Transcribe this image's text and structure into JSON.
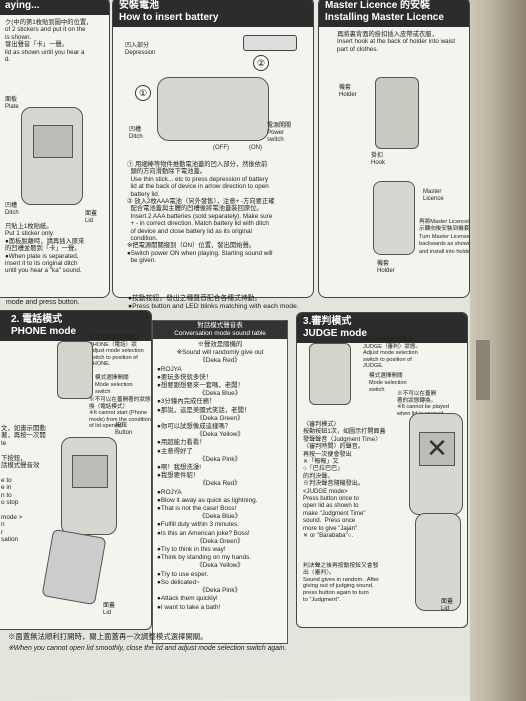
{
  "top_left": {
    "header": "aying...",
    "text": "ク(中的第1枚貼到圖中的位置，\nof 2 stickers and put it on the\nis shown.\n發出聲音「卡」一聲。\nlid as shown until you hear a\nd.",
    "plate_label": "面板\nPlate",
    "ditch_label": "凹槽\nDitch",
    "lid_label": "面蓋\nLid",
    "sticker_text": "只貼上1枚貼紙。\nPut 1 sticker only.\n●面板脫離時，請再插入原來\n的凹槽並聽到「卡」一聲。\n●When plate is separated,\ninsert it to its original ditch\nuntil you hear a \"ka\" sound."
  },
  "insert_battery": {
    "title_cn": "安裝電池",
    "title_en": "How to insert battery",
    "depression_label": "凹入部分\nDepression",
    "ditch_label": "凹槽\nDitch",
    "power_label": "電源開關\nPower\nswitch",
    "off_label": "(OFF)",
    "on_label": "(ON)",
    "step1": "①",
    "step2": "②",
    "text": "① 用細棒等物件推動電池蓋的凹入部分，然後依前\n  頭的方向滑動除下電池蓋。\n  Use thin stick... etc to press depression of battery\n  lid at the back of device in arrow direction to open\n  battery lid.\n② 放入2枚AAA電池（另外發售），注意+ -方向要正確\n  配合電池蓋與主體的凹槽後將電池蓋裝回原位。\n  Insert 2 AAA batteries (sold separately). Make sure\n  + - in correct direction. Match battery lid with ditch\n  of device and close battery lid as its original\n  condition.\n※把電源開關撥到（ON）位置，發出開始聲。\n●Switch power ON when playing. Starting sound will\n  be given."
  },
  "master_licence": {
    "title_cn": "Master Licence 的安裝",
    "title_en": "Installing Master Licence",
    "text": "再將裏背面的掛扣插入皮帶或衣服，\nInsert hook at the back of holder into waist\npart of clothes.",
    "holder_label": "機套\nHolder",
    "hook_label": "掛扣\nHook",
    "licence_label": "Master\nLicence",
    "holder2_label": "機套\nHolder",
    "turn_text": "再將Master Licence向圖\n示轉向後安裝到機套。\nTurn Master License\nbackwards as shown\nand install into holder."
  },
  "mid_strip": {
    "left_text": "mode and press button.",
    "center_cn": "●按動按鈕，發出之種聲音配合各種式待動。",
    "center_en": "●Press button and LED blinks matching with each mode."
  },
  "phone_mode": {
    "title_cn": "2. 電話模式",
    "title_en": "PHONE mode",
    "select_text": "模式選擇開關撥動到\nPHONE（電話）狀\nAdjust mode selection\nswitch to position of\nPHONE.",
    "mode_switch": "模式選擇開關\nMode selection\nswitch",
    "note": "※不可以在蓋開著的狀態轉\n換（電話模式）\n※It cannot start (Phone\nmode) from the condition\nof lid opened.",
    "button_label": "按鈕\nButton",
    "lid_label": "面蓋\nLid",
    "left_cut": "文，如畫示開動\n著，再按一次開\nte\n\n下按鈕，\n話模式聲音效\n\ne to\ne in\nn to\no stop\n\nmode >\nn\nr\nsation"
  },
  "conversation_table": {
    "title_cn": "對話模式聲音表",
    "title_en": "Conversation mode sound table",
    "rows": [
      {
        "t": "※聲效是隨機的",
        "sub": true
      },
      {
        "t": "※Sound will randomly give out",
        "sub": true
      },
      {
        "t": "《Deka Red》",
        "sub": true
      },
      {
        "t": "●ROJYA"
      },
      {
        "t": "●要玩多快就多快！"
      },
      {
        "t": "●想要跟想要來一套嗎，老闆！"
      },
      {
        "t": "《Deka Blue》",
        "sub": true
      },
      {
        "t": "●3分鐘內完成任務！"
      },
      {
        "t": "●那說，這是美國式笑話，老闆！"
      },
      {
        "t": "《Deka Green》",
        "sub": true
      },
      {
        "t": "●你可以試想像成這樣嗎？"
      },
      {
        "t": "《Deka Yellow》",
        "sub": true
      },
      {
        "t": "●用超能力看看！"
      },
      {
        "t": "●主意得好了"
      },
      {
        "t": "《Deka Pink》",
        "sub": true
      },
      {
        "t": "●啊！我想洗澡!"
      },
      {
        "t": "●我想要件貂！"
      },
      {
        "t": "《Deka Red》",
        "sub": true
      },
      {
        "t": "●ROJYA"
      },
      {
        "t": "●Blow it away as quick as lightning."
      },
      {
        "t": "●That is not the case!  Boss!"
      },
      {
        "t": "《Deka Blue》",
        "sub": true
      },
      {
        "t": "●Fulfill duty within 3 minutes."
      },
      {
        "t": "●Is this an American joke? Boss!"
      },
      {
        "t": "《Deka Green》",
        "sub": true
      },
      {
        "t": "●Try to think in this way!"
      },
      {
        "t": "●Think by standing on my hands."
      },
      {
        "t": "《Deka Yellow》",
        "sub": true
      },
      {
        "t": "●Try to use esper."
      },
      {
        "t": "●So delicated~"
      },
      {
        "t": "《Deka Pink》",
        "sub": true
      },
      {
        "t": "●Attack them quickly!"
      },
      {
        "t": "●I want to take a bath!"
      }
    ]
  },
  "judge_mode": {
    "title_cn": "3.審判模式",
    "title_en": "JUDGE mode",
    "select_text": "模式選擇開關撥動到\nJUDGE（審判）狀態。\nAdjust mode selection\nswitch to position of\nJUDGE.",
    "mode_switch": "模式選擇開關\nMode selection\nswitch",
    "note": "※不可以在蓋開\n著的狀態轉換。\n※It cannot be played\nwhen lid is opened.",
    "judge_text": "〈審判模式〉\n按動按鈕1次，如圖示打開面蓋\n發聲聲音〈Judgment Time〉\n〈審判時間〉的聲音。\n再按一次便會發出\n✕「報報」又\n○「巴拉巴巴」\n的判決聲。\n※判決聲音隨機發出。\n<JUDGE mode>\nPress button once to\nopen lid as shown to\nmake \"Judgment Time\"\nsound.  Press once\nmore to give \"Jajan\"\n✕ or \"Barababa\"○.",
    "random_text": "判決聲之後再按動按鈕又會發\n出〈審判〉。\nSound gives in random.  After\ngiving out of judging sound,\npress button again to turn\nto \"Judgment\".",
    "lid_label": "面蓋\nLid"
  },
  "footer": {
    "cn": "※面蓋無法順利打開時，關上面蓋再一次調整模式選擇開關。",
    "en": "※When you cannot open lid smoothly, close the lid and adjust mode selection switch again."
  }
}
